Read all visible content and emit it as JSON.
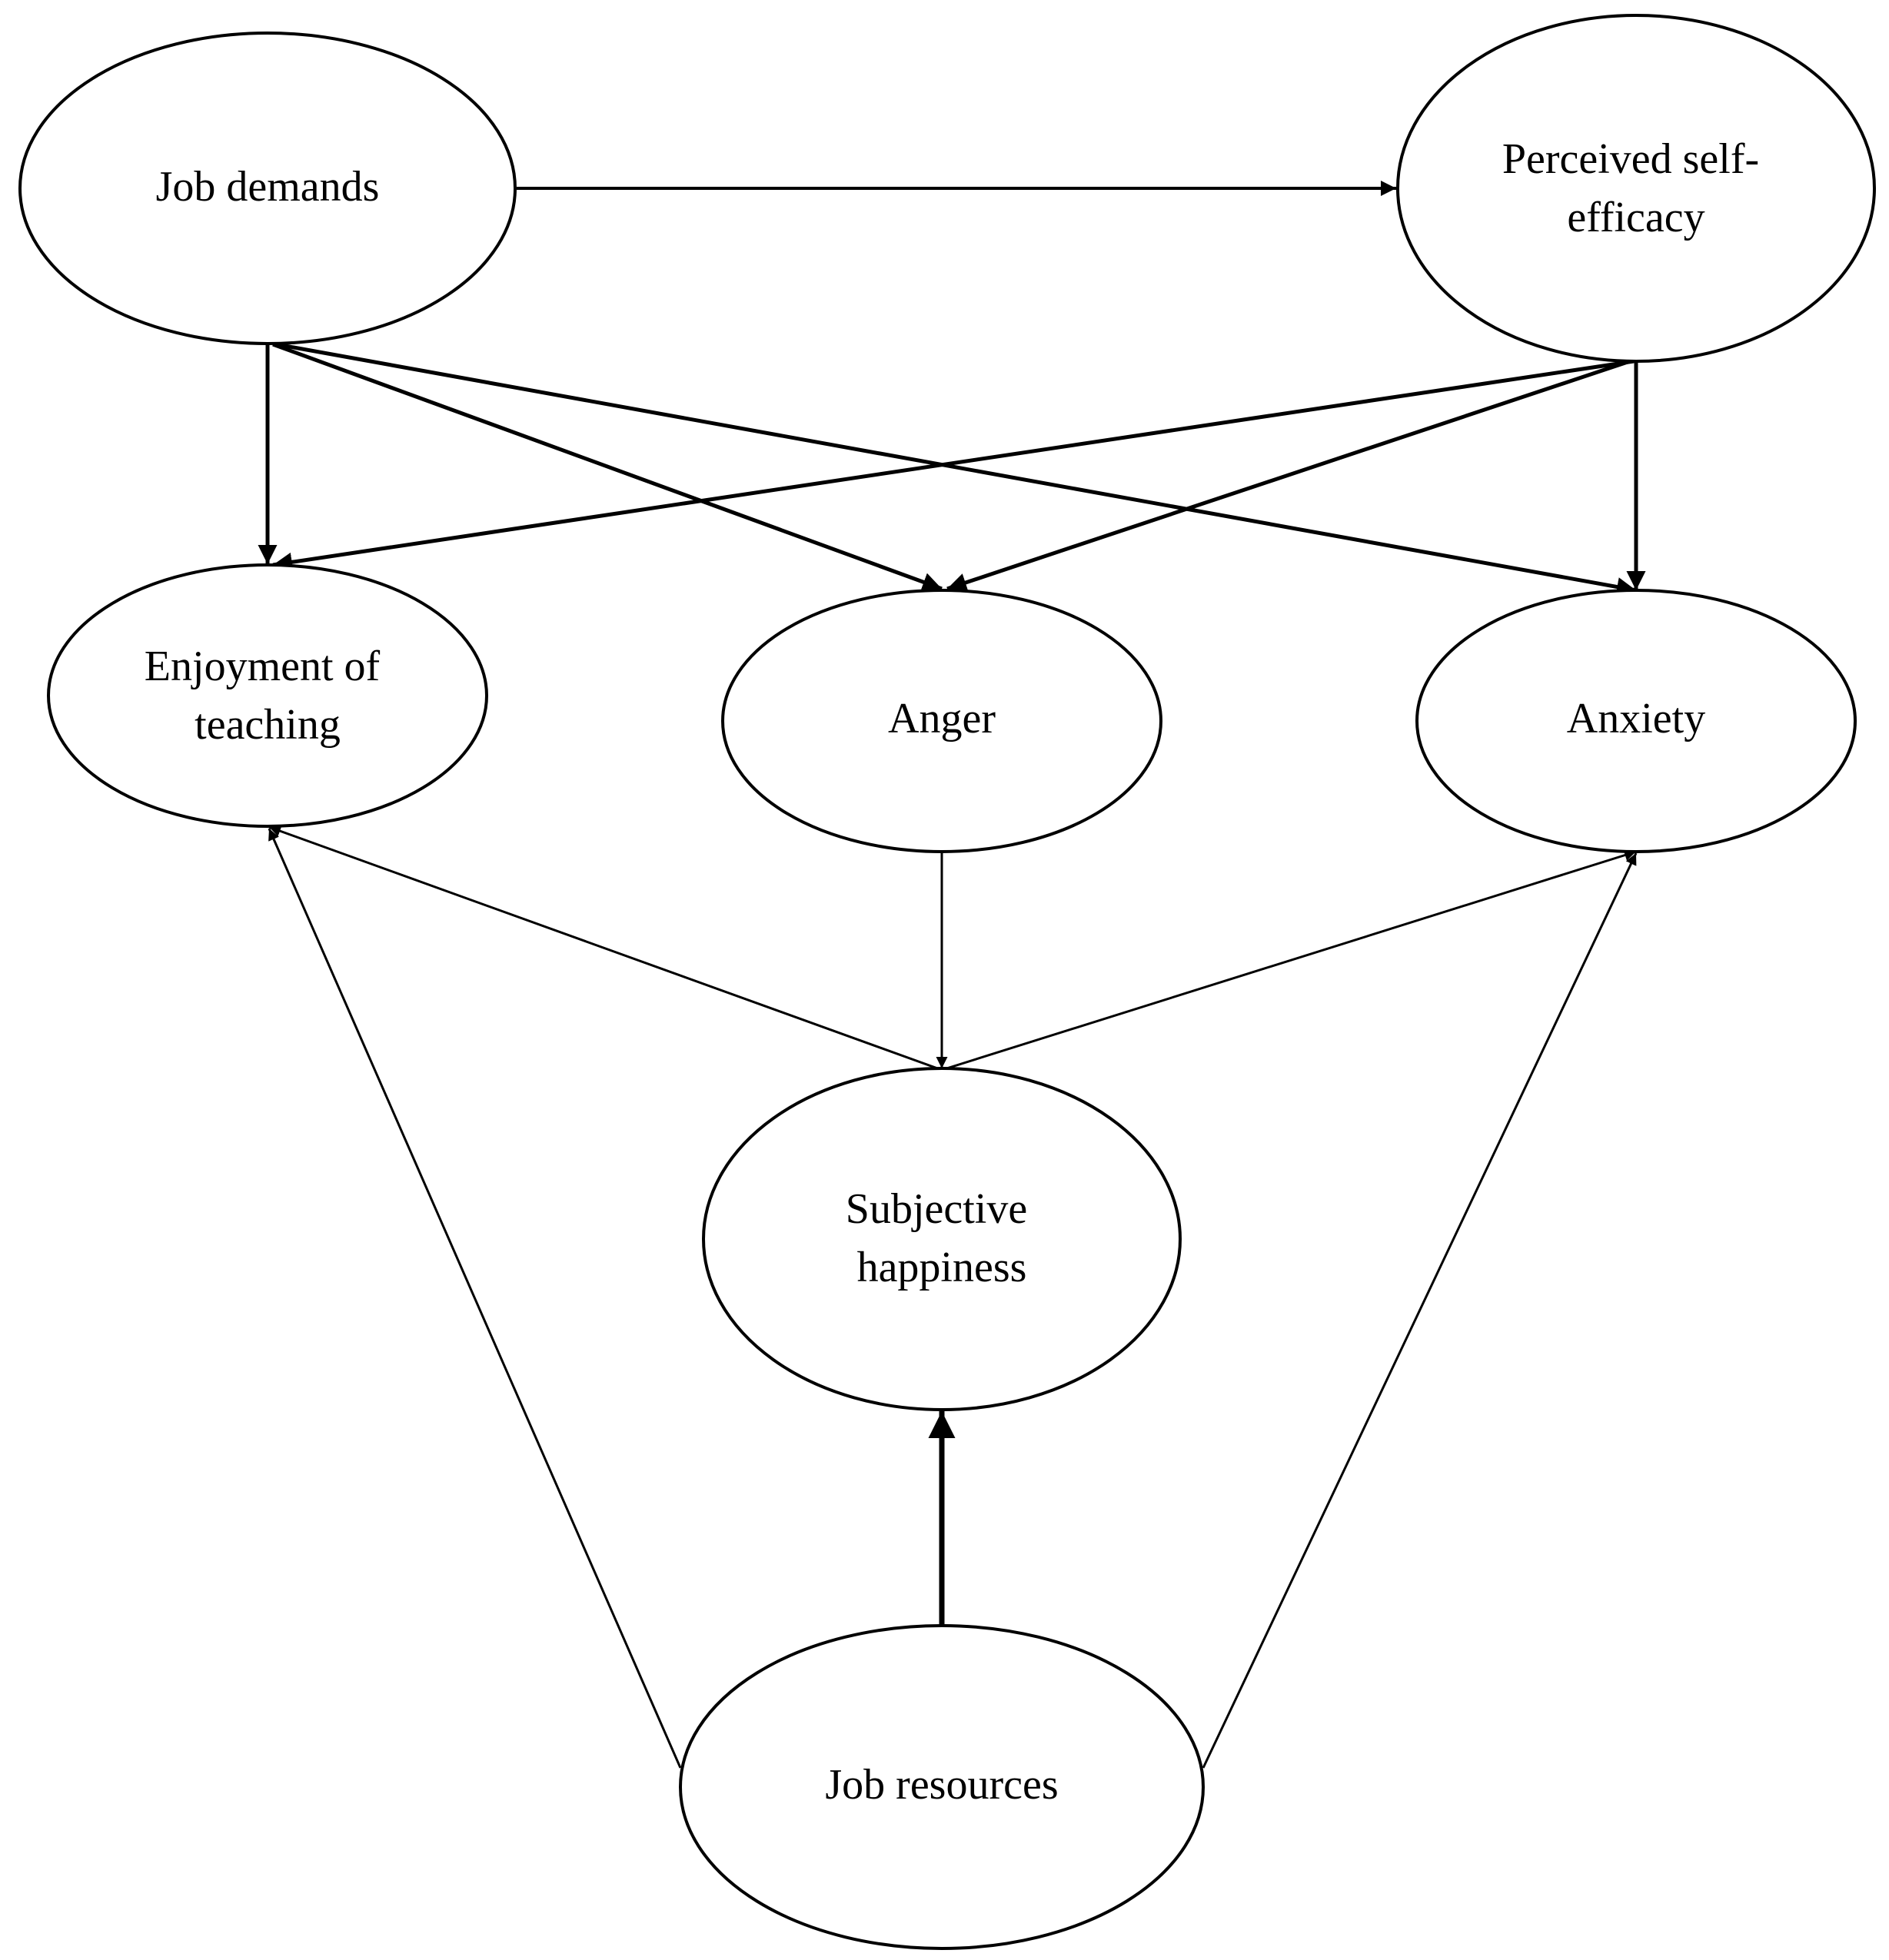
{
  "nodes": {
    "job_demands": {
      "lines": [
        "Job demands"
      ]
    },
    "self_efficacy": {
      "lines": [
        "Perceived self-",
        "efficacy"
      ]
    },
    "enjoyment": {
      "lines": [
        "Enjoyment of",
        "teaching"
      ]
    },
    "anger": {
      "lines": [
        "Anger"
      ]
    },
    "anxiety": {
      "lines": [
        "Anxiety"
      ]
    },
    "happiness": {
      "lines": [
        "Subjective",
        "happiness"
      ]
    },
    "job_resources": {
      "lines": [
        "Job resources"
      ]
    }
  },
  "edges": [
    {
      "from": "job_demands",
      "to": "self_efficacy"
    },
    {
      "from": "job_demands",
      "to": "enjoyment"
    },
    {
      "from": "job_demands",
      "to": "anger"
    },
    {
      "from": "job_demands",
      "to": "anxiety"
    },
    {
      "from": "self_efficacy",
      "to": "enjoyment"
    },
    {
      "from": "self_efficacy",
      "to": "anger"
    },
    {
      "from": "self_efficacy",
      "to": "anxiety"
    },
    {
      "from": "happiness",
      "to": "enjoyment"
    },
    {
      "from": "anger",
      "to": "happiness"
    },
    {
      "from": "happiness",
      "to": "anxiety"
    },
    {
      "from": "job_resources",
      "to": "enjoyment"
    },
    {
      "from": "job_resources",
      "to": "happiness"
    },
    {
      "from": "job_resources",
      "to": "anxiety"
    }
  ],
  "colors": {
    "stroke": "#000000",
    "background": "#ffffff"
  }
}
